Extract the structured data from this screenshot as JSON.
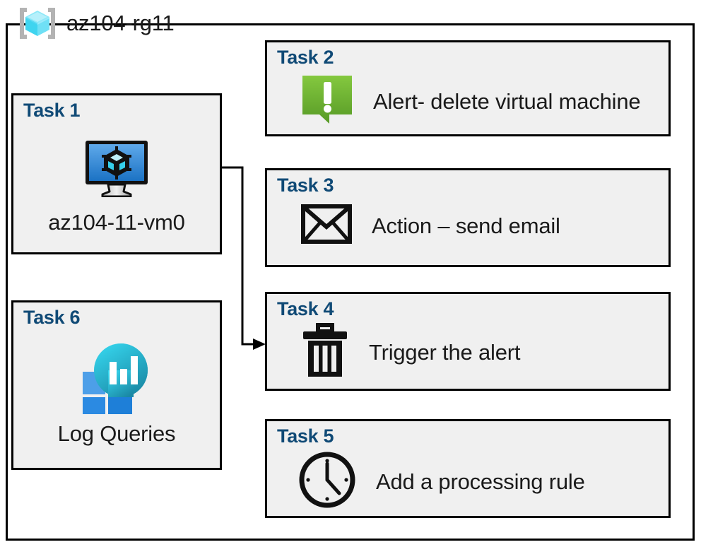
{
  "diagram": {
    "resource_group": {
      "name": "az104-rg11",
      "icon": "resource-group-cube-icon",
      "border_color": "#000000"
    },
    "colors": {
      "task_label": "#104a76",
      "box_fill": "#f0f0f0",
      "box_border": "#000000",
      "alert_green_light": "#7cc242",
      "alert_green_dark": "#5a9a27",
      "vm_blue_light": "#5aa5e8",
      "vm_blue_dark": "#1b72c4",
      "log_cyan": "#2ed0e8",
      "log_teal": "#1b8fa8",
      "log_square_light": "#4d9fe8",
      "log_square_dark": "#1e7fd8",
      "connector": "#000000"
    },
    "tasks": [
      {
        "label": "Task 1",
        "icon": "virtual-machine-icon",
        "caption": "az104-11-vm0",
        "column": "left"
      },
      {
        "label": "Task 2",
        "icon": "alert-bubble-icon",
        "text": "Alert- delete virtual machine",
        "column": "right"
      },
      {
        "label": "Task 3",
        "icon": "envelope-icon",
        "text": "Action – send email",
        "column": "right"
      },
      {
        "label": "Task 4",
        "icon": "trash-can-icon",
        "text": "Trigger the alert",
        "column": "right"
      },
      {
        "label": "Task 5",
        "icon": "clock-icon",
        "text": "Add a processing rule",
        "column": "right"
      },
      {
        "label": "Task 6",
        "icon": "log-analytics-icon",
        "caption": "Log Queries",
        "column": "left"
      }
    ],
    "connectors": [
      {
        "from": "virtual-machine-icon",
        "to": "Task 4",
        "style": "orthogonal-arrow"
      }
    ]
  }
}
